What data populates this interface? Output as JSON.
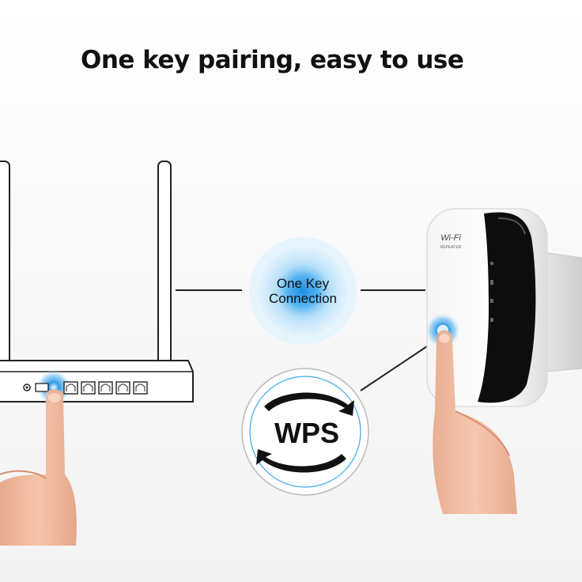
{
  "headline": "One key pairing, easy to use",
  "bubble": {
    "line1": "One Key",
    "line2": "Connection"
  },
  "wps_badge": {
    "label": "WPS"
  },
  "extender": {
    "brand_top": "Wi-Fi",
    "brand_sub": "REPEATER"
  },
  "colors": {
    "glow": "#3aa8ee",
    "glow_core": "#1f8fe0",
    "router_body": "#ffffff",
    "line": "#222222",
    "extender_front": "#0d0d0d",
    "skin": "#f2b79a"
  },
  "icons": {
    "router": "router-icon",
    "extender": "wifi-extender-icon",
    "finger": "pointing-finger-icon",
    "wps_arrows": "circular-arrows-icon"
  }
}
